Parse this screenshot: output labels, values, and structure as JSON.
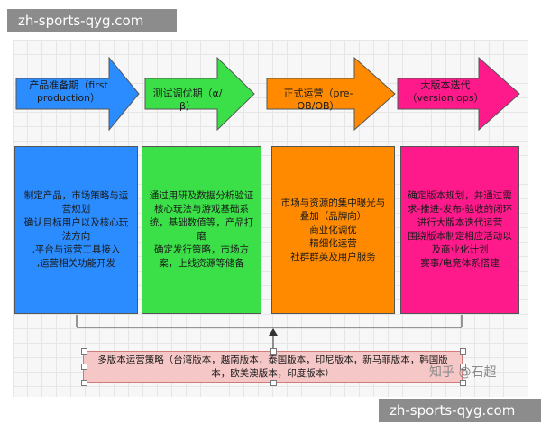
{
  "watermark": {
    "top": "zh-sports-qyg.com",
    "bottom": "zh-sports-qyg.com"
  },
  "phases": [
    {
      "label": "产品准备期（first production）",
      "color": "#2b8cff"
    },
    {
      "label": "测试调优期（α/β）",
      "color": "#3be048"
    },
    {
      "label": "正式运营（pre-OB/OB）",
      "color": "#ff8a00"
    },
    {
      "label": "大版本迭代（version ops）",
      "color": "#ff1a8c"
    }
  ],
  "boxes": [
    {
      "text": "制定产品，市场策略与运营规划\n确认目标用户以及核心玩法方向\n,平台与运营工具接入\n,运营相关功能开发",
      "color": "#2b8cff"
    },
    {
      "text": "通过用研及数据分析验证核心玩法与游戏基础系统，基础数值等，产品打磨\n确定发行策略，市场方案，上线资源等储备",
      "color": "#3be048"
    },
    {
      "text": "市场与资源的集中曝光与叠加（品牌向）\n商业化调优\n精细化运营\n社群群英及用户服务",
      "color": "#ff8a00"
    },
    {
      "text": "确定版本规划，并通过需求-推进-发布-验收的闭环进行大版本迭代运营\n围绕版本制定相应活动以及商业化计划\n赛事/电竞体系搭建",
      "color": "#ff1a8c"
    }
  ],
  "strategy": "多版本运营策略（台湾版本，越南版本，泰国版本，印尼版本，新马菲版本，韩国版本，欧美澳版本，印度版本）",
  "credit": "知乎 @石超"
}
